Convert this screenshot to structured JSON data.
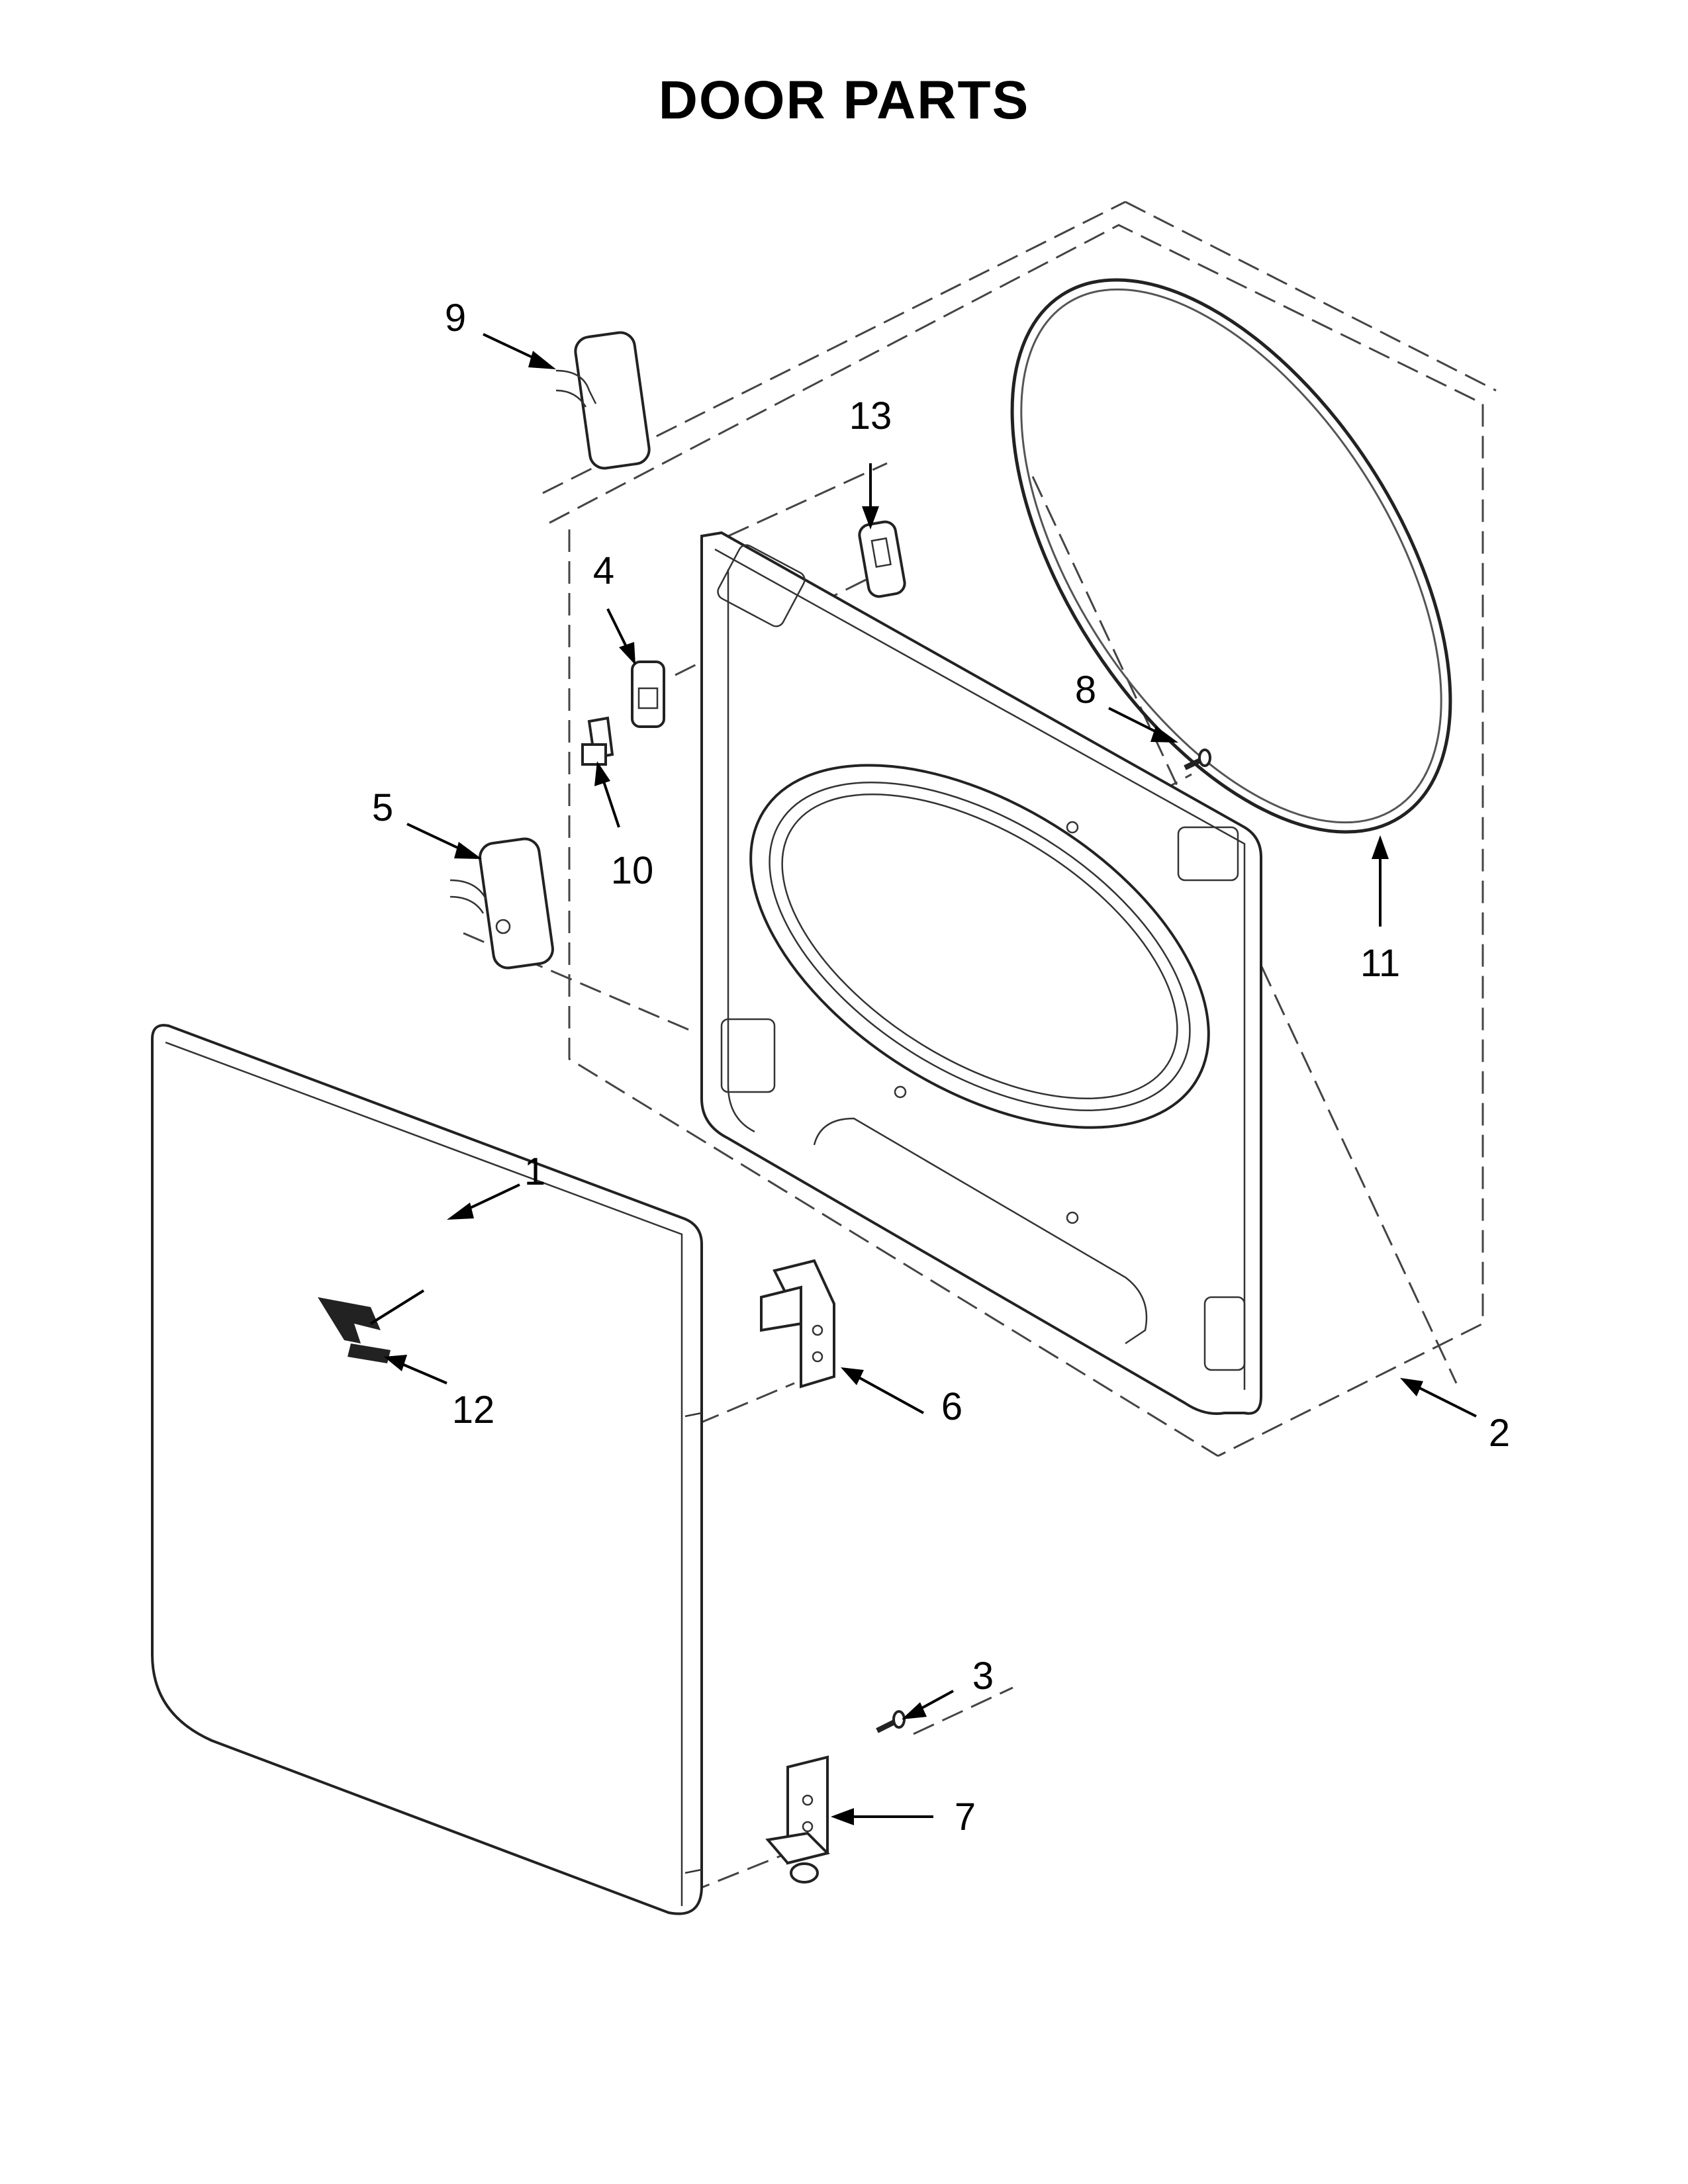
{
  "title": "DOOR PARTS",
  "callouts": {
    "c1": "1",
    "c2": "2",
    "c3": "3",
    "c4": "4",
    "c5": "5",
    "c6": "6",
    "c7": "7",
    "c8": "8",
    "c9": "9",
    "c10": "10",
    "c11": "11",
    "c12": "12",
    "c13": "13"
  }
}
